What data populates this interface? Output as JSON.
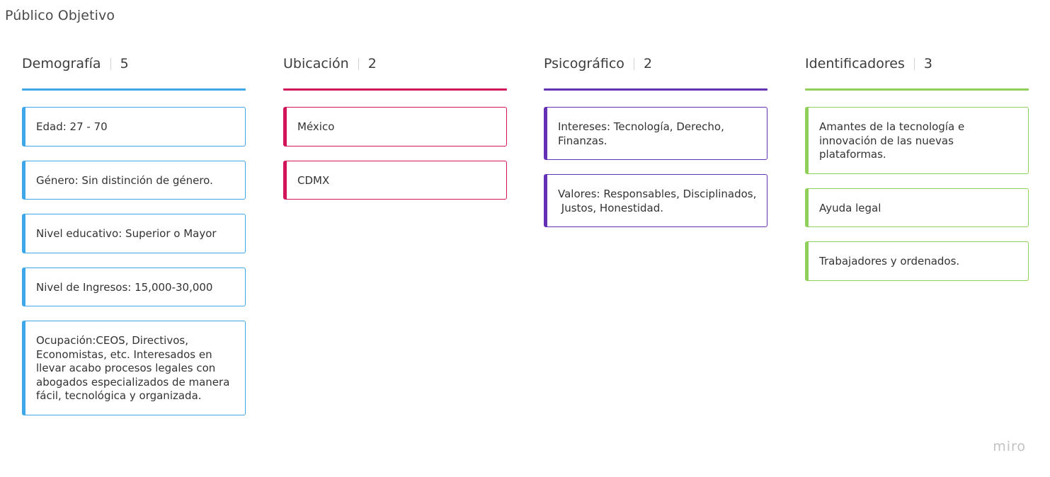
{
  "board": {
    "title": "Público Objetivo",
    "watermark": "miro"
  },
  "columns": [
    {
      "title": "Demografía",
      "count": "5",
      "color": "#3ea7e8",
      "cards": [
        "Edad: 27 - 70",
        "Género: Sin distinción de género.",
        "Nivel educativo: Superior o Mayor",
        "Nivel de Ingresos: 15,000-30,000",
        "Ocupación:CEOS, Directivos,\nEconomistas, etc. Interesados en\nllevar acabo procesos legales con\nabogados especializados de manera\nfácil, tecnológica y organizada."
      ]
    },
    {
      "title": "Ubicación",
      "count": "2",
      "color": "#d2145a",
      "cards": [
        "México",
        "CDMX"
      ]
    },
    {
      "title": "Psicográfico",
      "count": "2",
      "color": "#6431b4",
      "cards": [
        "Intereses: Tecnología, Derecho,\nFinanzas.",
        "Valores: Responsables, Disciplinados,\n Justos, Honestidad."
      ]
    },
    {
      "title": "Identificadores",
      "count": "3",
      "color": "#8fcf5a",
      "cards": [
        "Amantes de la tecnología e\ninnovación de las nuevas\nplataformas.",
        "Ayuda legal",
        "Trabajadores y ordenados."
      ]
    }
  ]
}
